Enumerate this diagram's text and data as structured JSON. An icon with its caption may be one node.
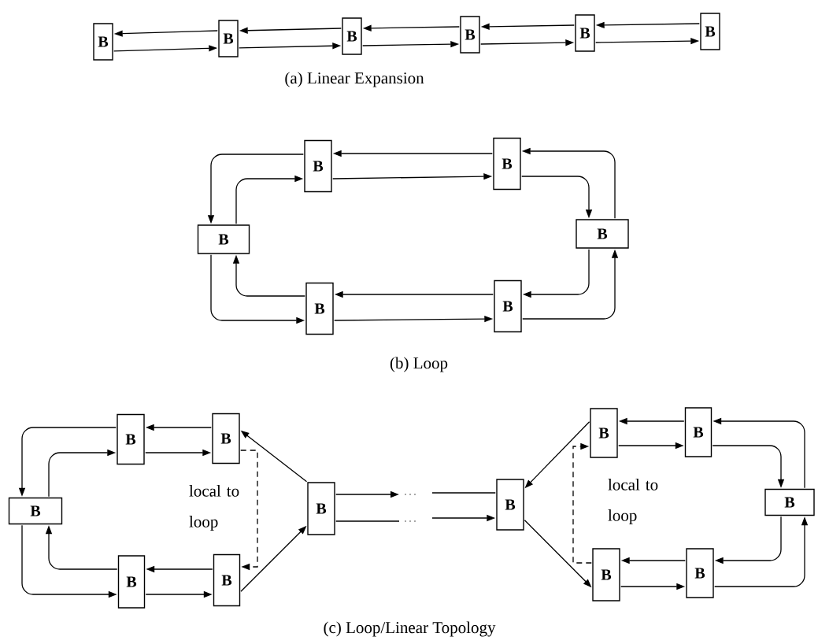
{
  "diagram": {
    "nodes": [
      {
        "text": [
          "B"
        ]
      },
      {
        "text": [
          "B"
        ]
      },
      {
        "text": [
          "B"
        ]
      },
      {
        "text": [
          "B"
        ]
      },
      {
        "text": [
          "B"
        ]
      },
      {
        "text": [
          "B"
        ]
      },
      {
        "text": [
          "B"
        ]
      },
      {
        "text": [
          "B"
        ]
      },
      {
        "text": [
          "B"
        ]
      },
      {
        "text": [
          "B"
        ]
      },
      {
        "text": [
          "B"
        ]
      },
      {
        "text": [
          "B"
        ]
      },
      {
        "text": [
          "B"
        ]
      },
      {
        "text": [
          "B"
        ]
      },
      {
        "text": [
          "B"
        ]
      },
      {
        "text": [
          "B"
        ]
      },
      {
        "text": [
          "B"
        ]
      },
      {
        "text": [
          "B"
        ]
      },
      {
        "text": [
          "B"
        ]
      },
      {
        "text": [
          "B"
        ]
      },
      {
        "text": [
          "B"
        ]
      },
      {
        "text": [
          "B"
        ]
      },
      {
        "text": [
          "B"
        ]
      },
      {
        "text": [
          "B"
        ]
      }
    ],
    "edges": [
      {
        "from": 1,
        "to": 0,
        "arrow": "to"
      },
      {
        "from": 0,
        "to": 1,
        "arrow": "to"
      },
      {
        "from": 2,
        "to": 1,
        "arrow": "to"
      },
      {
        "from": 1,
        "to": 2,
        "arrow": "to"
      },
      {
        "from": 3,
        "to": 2,
        "arrow": "to"
      },
      {
        "from": 2,
        "to": 3,
        "arrow": "to"
      },
      {
        "from": 4,
        "to": 3,
        "arrow": "to"
      },
      {
        "from": 3,
        "to": 4,
        "arrow": "to"
      },
      {
        "from": 5,
        "to": 4,
        "arrow": "to"
      },
      {
        "from": 4,
        "to": 5,
        "arrow": "to"
      },
      {
        "from": 7,
        "to": 6,
        "arrow": "to"
      },
      {
        "from": 6,
        "to": 7,
        "arrow": "to"
      },
      {
        "from": 6,
        "to": 8,
        "arrow": "to"
      },
      {
        "from": 8,
        "to": 6,
        "arrow": "to"
      },
      {
        "from": 7,
        "to": 9,
        "arrow": "to"
      },
      {
        "from": 9,
        "to": 7,
        "arrow": "to"
      },
      {
        "from": 11,
        "to": 10,
        "arrow": "to"
      },
      {
        "from": 10,
        "to": 11,
        "arrow": "to"
      },
      {
        "from": 8,
        "to": 10,
        "arrow": "to"
      },
      {
        "from": 10,
        "to": 8,
        "arrow": "to"
      },
      {
        "from": 9,
        "to": 11,
        "arrow": "to"
      },
      {
        "from": 11,
        "to": 9,
        "arrow": "to"
      },
      {
        "from": 13,
        "to": 12,
        "arrow": "to"
      },
      {
        "from": 12,
        "to": 13,
        "arrow": "to"
      },
      {
        "from": 12,
        "to": 16,
        "arrow": "to"
      },
      {
        "from": 16,
        "to": 12,
        "arrow": "to"
      },
      {
        "from": 21,
        "to": 20,
        "arrow": "to"
      },
      {
        "from": 20,
        "to": 21,
        "arrow": "to"
      },
      {
        "from": 16,
        "to": 20,
        "arrow": "to"
      },
      {
        "from": 20,
        "to": 16,
        "arrow": "to"
      },
      {
        "from": 17,
        "to": 13,
        "arrow": "to"
      },
      {
        "from": 21,
        "to": 17,
        "arrow": "to"
      },
      {
        "from": 13,
        "to": 21,
        "arrow": "to",
        "style": "dashed"
      },
      {
        "from": 17,
        "to": null,
        "arrow": "to"
      },
      {
        "from": 17,
        "to": null,
        "arrow": "none"
      },
      {
        "from": null,
        "to": 18,
        "arrow": "none"
      },
      {
        "from": null,
        "to": 18,
        "arrow": "to"
      },
      {
        "from": 14,
        "to": 18,
        "arrow": "to"
      },
      {
        "from": 18,
        "to": 22,
        "arrow": "to"
      },
      {
        "from": 22,
        "to": 14,
        "arrow": "to",
        "style": "dashed"
      },
      {
        "from": 15,
        "to": 14,
        "arrow": "to"
      },
      {
        "from": 14,
        "to": 15,
        "arrow": "to"
      },
      {
        "from": 15,
        "to": 19,
        "arrow": "to"
      },
      {
        "from": 19,
        "to": 15,
        "arrow": "to"
      },
      {
        "from": 23,
        "to": 22,
        "arrow": "to"
      },
      {
        "from": 22,
        "to": 23,
        "arrow": "to"
      },
      {
        "from": 19,
        "to": 23,
        "arrow": "to"
      },
      {
        "from": 23,
        "to": 19,
        "arrow": "to"
      }
    ],
    "labels": [
      "(a) Linear Expansion",
      "(b) Loop",
      "local to loop",
      "local to loop",
      "(c) Loop/Linear Topology"
    ]
  }
}
